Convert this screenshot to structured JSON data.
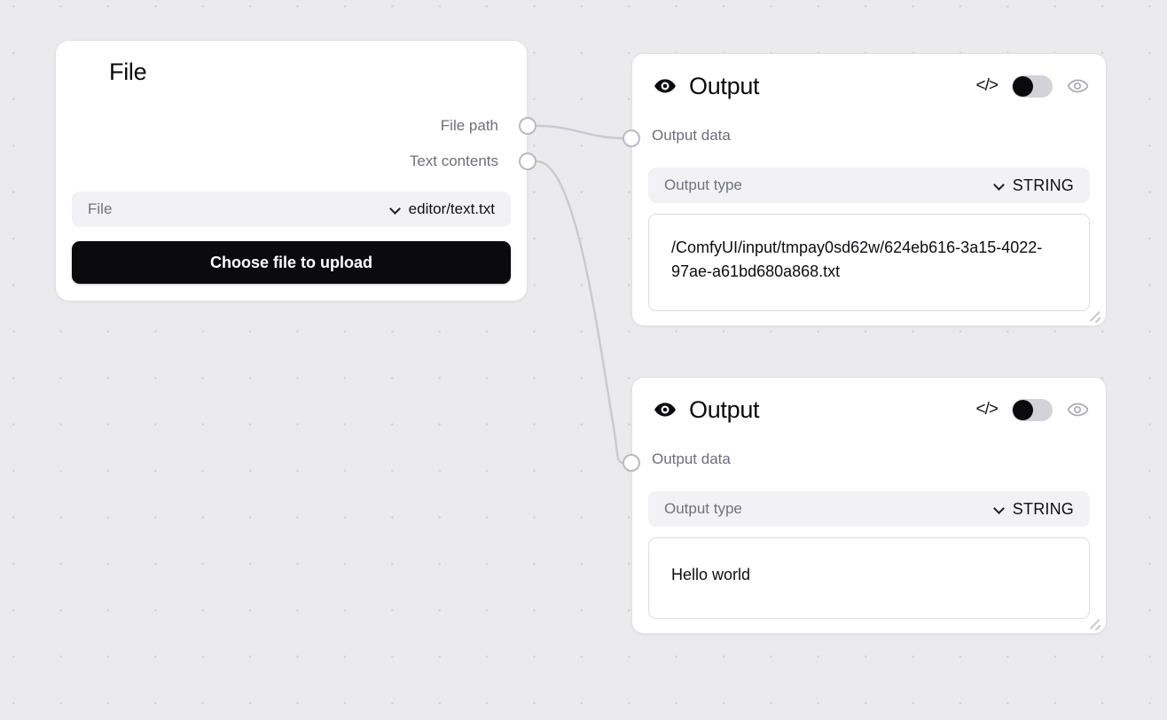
{
  "canvas": {
    "background_color": "#ebebed",
    "dot_color": "#d3d3d7"
  },
  "nodes": {
    "file": {
      "title": "File",
      "outputs": [
        {
          "label": "File path",
          "port": "output-port"
        },
        {
          "label": "Text contents",
          "port": "output-port"
        }
      ],
      "file_combo": {
        "label": "File",
        "value": "editor/text.txt",
        "chevron": "chevron-down-icon"
      },
      "upload_button": "Choose file to upload"
    },
    "output_1": {
      "title": "Output",
      "title_icon": "eye-solid-icon",
      "code_icon": "code-brackets-icon",
      "toggle_state": "off",
      "preview_icon": "eye-outline-icon",
      "data_label": "Output data",
      "type_combo": {
        "label": "Output type",
        "value": "STRING",
        "chevron": "chevron-down-icon"
      },
      "text_value": "/ComfyUI/input/tmpay0sd62w/624eb616-3a15-4022-97ae-a61bd680a868.txt"
    },
    "output_2": {
      "title": "Output",
      "title_icon": "eye-solid-icon",
      "code_icon": "code-brackets-icon",
      "toggle_state": "off",
      "preview_icon": "eye-outline-icon",
      "data_label": "Output data",
      "type_combo": {
        "label": "Output type",
        "value": "STRING",
        "chevron": "chevron-down-icon"
      },
      "text_value": "Hello world"
    }
  },
  "edges": [
    {
      "from": "file.File path",
      "to": "output_1.Output data",
      "color": "#c9c9d1"
    },
    {
      "from": "file.Text contents",
      "to": "output_2.Output data",
      "color": "#c9c9d1"
    }
  ]
}
